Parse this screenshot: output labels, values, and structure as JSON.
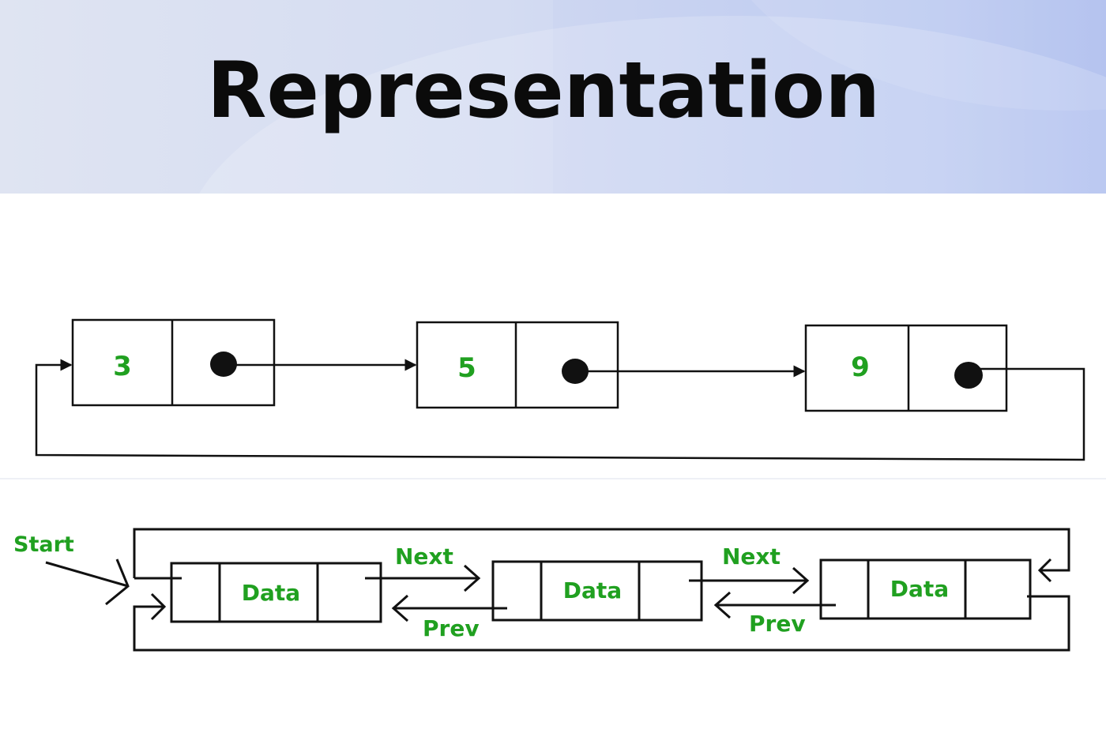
{
  "title": "Representation",
  "colors": {
    "header_left": "#dfe4f2",
    "header_right": "#b3c3ee",
    "node_text": "#20a020",
    "line": "#111111"
  },
  "singly_circular": {
    "nodes": [
      {
        "value": "3"
      },
      {
        "value": "5"
      },
      {
        "value": "9"
      }
    ]
  },
  "doubly_circular": {
    "start_label": "Start",
    "nodes": [
      {
        "label": "Data"
      },
      {
        "label": "Data"
      },
      {
        "label": "Data"
      }
    ],
    "next_label": "Next",
    "prev_label": "Prev"
  }
}
